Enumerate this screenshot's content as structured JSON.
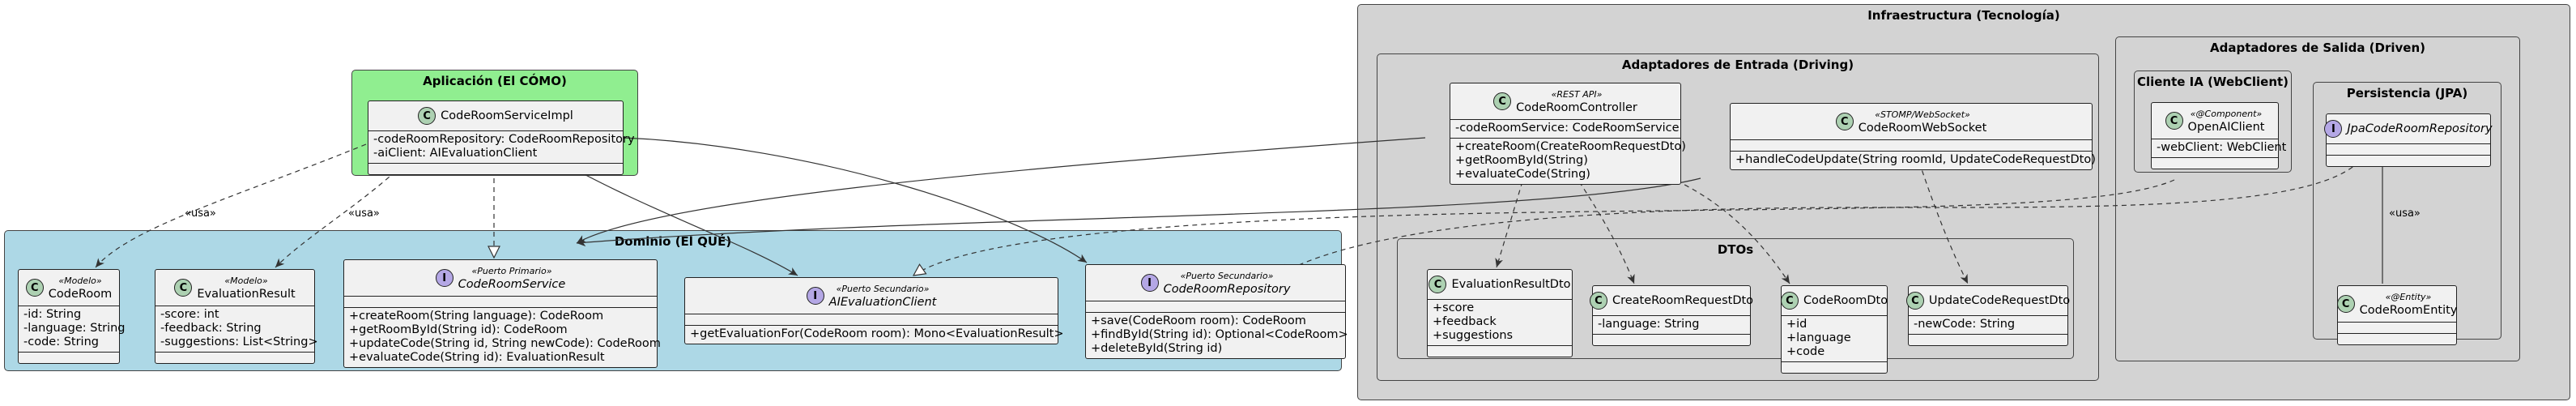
{
  "packages": {
    "infra": "Infraestructura (Tecnología)",
    "adapters_in": "Adaptadores de Entrada (Driving)",
    "adapters_out": "Adaptadores de Salida (Driven)",
    "ia_client": "Cliente IA (WebClient)",
    "persistence": "Persistencia (JPA)",
    "dtos": "DTOs",
    "application": "Aplicación (El CÓMO)",
    "domain": "Dominio (El QUÉ)"
  },
  "classes": {
    "code_room": {
      "badge": "C",
      "stereotype": "«Modelo»",
      "name": "CodeRoom",
      "fields": [
        "-id: String",
        "-language: String",
        "-code: String"
      ],
      "methods": []
    },
    "evaluation_result": {
      "badge": "C",
      "stereotype": "«Modelo»",
      "name": "EvaluationResult",
      "fields": [
        "-score: int",
        "-feedback: String",
        "-suggestions: List<String>"
      ],
      "methods": []
    },
    "code_room_service": {
      "badge": "I",
      "stereotype": "«Puerto Primario»",
      "name": "CodeRoomService",
      "fields": [],
      "methods": [
        "+createRoom(String language): CodeRoom",
        "+getRoomById(String id): CodeRoom",
        "+updateCode(String id, String newCode): CodeRoom",
        "+evaluateCode(String id): EvaluationResult"
      ]
    },
    "ai_evaluation_client": {
      "badge": "I",
      "stereotype": "«Puerto Secundario»",
      "name": "AIEvaluationClient",
      "fields": [],
      "methods": [
        "+getEvaluationFor(CodeRoom room): Mono<EvaluationResult>"
      ]
    },
    "code_room_repository": {
      "badge": "I",
      "stereotype": "«Puerto Secundario»",
      "name": "CodeRoomRepository",
      "fields": [],
      "methods": [
        "+save(CodeRoom room): CodeRoom",
        "+findById(String id): Optional<CodeRoom>",
        "+deleteById(String id)"
      ]
    },
    "code_room_service_impl": {
      "badge": "C",
      "stereotype": "",
      "name": "CodeRoomServiceImpl",
      "fields": [
        "-codeRoomRepository: CodeRoomRepository",
        "-aiClient: AIEvaluationClient"
      ],
      "methods": []
    },
    "code_room_controller": {
      "badge": "C",
      "stereotype": "«REST API»",
      "name": "CodeRoomController",
      "fields": [
        "-codeRoomService: CodeRoomService"
      ],
      "methods": [
        "+createRoom(CreateRoomRequestDto)",
        "+getRoomById(String)",
        "+evaluateCode(String)"
      ]
    },
    "code_room_websocket": {
      "badge": "C",
      "stereotype": "«STOMP/WebSocket»",
      "name": "CodeRoomWebSocket",
      "fields": [],
      "methods": [
        "+handleCodeUpdate(String roomId, UpdateCodeRequestDto)"
      ]
    },
    "evaluation_result_dto": {
      "badge": "C",
      "stereotype": "",
      "name": "EvaluationResultDto",
      "fields": [
        "+score",
        "+feedback",
        "+suggestions"
      ],
      "methods": []
    },
    "create_room_request_dto": {
      "badge": "C",
      "stereotype": "",
      "name": "CreateRoomRequestDto",
      "fields": [
        "-language: String"
      ],
      "methods": []
    },
    "code_room_dto": {
      "badge": "C",
      "stereotype": "",
      "name": "CodeRoomDto",
      "fields": [
        "+id",
        "+language",
        "+code"
      ],
      "methods": []
    },
    "update_code_request_dto": {
      "badge": "C",
      "stereotype": "",
      "name": "UpdateCodeRequestDto",
      "fields": [
        "-newCode: String"
      ],
      "methods": []
    },
    "openai_client": {
      "badge": "C",
      "stereotype": "«@Component»",
      "name": "OpenAIClient",
      "fields": [
        "-webClient: WebClient"
      ],
      "methods": []
    },
    "jpa_code_room_repository": {
      "badge": "I",
      "stereotype": "",
      "name": "JpaCodeRoomRepository",
      "fields": [],
      "methods": []
    },
    "code_room_entity": {
      "badge": "C",
      "stereotype": "«@Entity»",
      "name": "CodeRoomEntity",
      "fields": [],
      "methods": []
    }
  },
  "edge_labels": {
    "uses_code_room": "«usa»",
    "uses_evaluation_result": "«usa»",
    "uses_entity": "«usa»"
  },
  "colors": {
    "infra_bg": "#d3d3d3",
    "application_bg": "#90ee90",
    "domain_bg": "#add8e6",
    "class_bg": "#f1f1f1",
    "class_badge": "#add1b2",
    "interface_badge": "#b4a7e5"
  }
}
